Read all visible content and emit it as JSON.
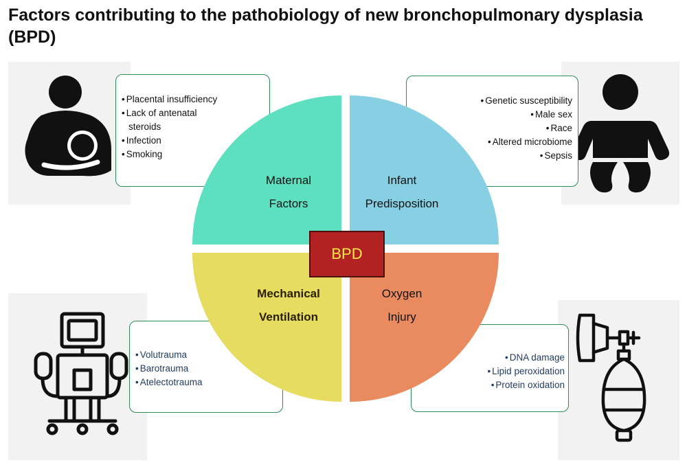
{
  "title": "Factors contributing to the pathobiology of new bronchopulmonary dysplasia (BPD)",
  "center": {
    "label": "BPD"
  },
  "bullet_symbol": "•",
  "colors": {
    "maternal": "#5de0bf",
    "infant": "#87cfe3",
    "mechanical": "#e6dc60",
    "oxygen": "#e98a5f",
    "center_box": "#b22222",
    "center_text": "#ffe94a",
    "box_border": "#2e8b57"
  },
  "quadrants": {
    "maternal": {
      "line1": "Maternal",
      "line2": "Factors",
      "items": [
        "Placental insufficiency",
        "Lack of antenatal steroids",
        "Infection",
        "Smoking"
      ]
    },
    "infant": {
      "line1": "Infant",
      "line2": "Predisposition",
      "items": [
        "Genetic susceptibility",
        "Male sex",
        "Race",
        "Altered microbiome",
        "Sepsis"
      ]
    },
    "mechanical": {
      "line1": "Mechanical",
      "line2": "Ventilation",
      "items": [
        "Volutrauma",
        "Barotrauma",
        "Atelectotrauma"
      ]
    },
    "oxygen": {
      "line1": "Oxygen",
      "line2": "Injury",
      "items": [
        "DNA damage",
        "Lipid peroxidation",
        "Protein oxidation"
      ]
    }
  },
  "icons": [
    "breastfeeding-mother-icon",
    "baby-icon",
    "ventilator-icon",
    "resuscitation-bag-icon"
  ]
}
